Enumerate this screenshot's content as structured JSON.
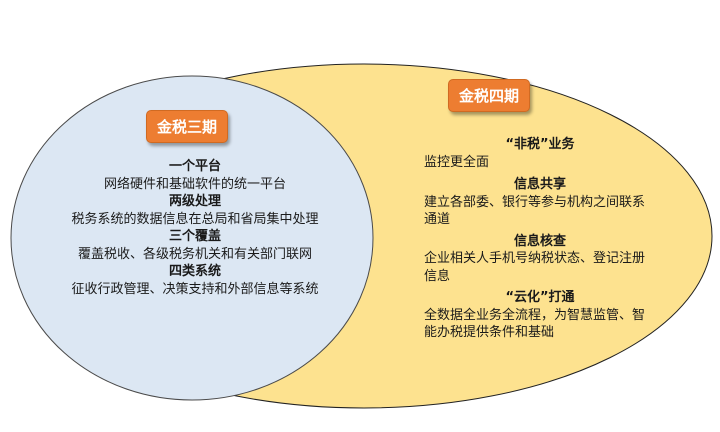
{
  "outer": {
    "label": "金税四期",
    "color": "#fde28f",
    "items": [
      {
        "heading": "“非税”业务",
        "text": "监控更全面"
      },
      {
        "heading": "信息共享",
        "text": "建立各部委、银行等参与机构之间联系通道"
      },
      {
        "heading": "信息核查",
        "text": "企业相关人手机号纳税状态、登记注册信息"
      },
      {
        "heading": "“云化”打通",
        "text": "全数据全业务全流程，为智慧监管、智能办税提供条件和基础"
      }
    ]
  },
  "inner": {
    "label": "金税三期",
    "color": "#dce7f3",
    "items": [
      {
        "heading": "一个平台",
        "text": "网络硬件和基础软件的统一平台"
      },
      {
        "heading": "两级处理",
        "text": "税务系统的数据信息在总局和省局集中处理"
      },
      {
        "heading": "三个覆盖",
        "text": "覆盖税收、各级税务机关和有关部门联网"
      },
      {
        "heading": "四类系统",
        "text": "征收行政管理、决策支持和外部信息等系统"
      }
    ]
  }
}
